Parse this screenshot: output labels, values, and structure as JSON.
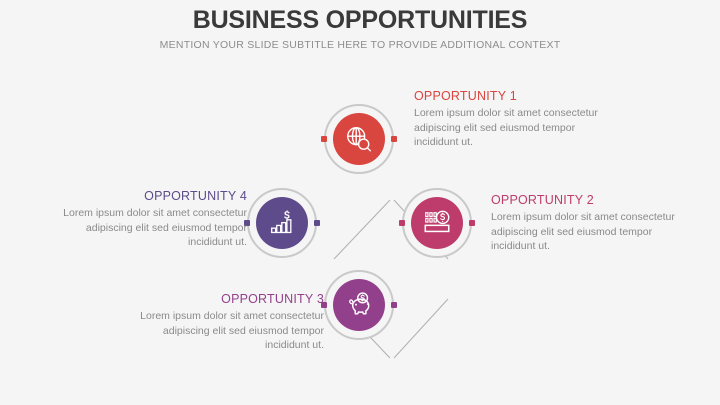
{
  "header": {
    "title": "BUSINESS OPPORTUNITIES",
    "subtitle": "MENTION YOUR SLIDE SUBTITLE HERE TO PROVIDE ADDITIONAL CONTEXT"
  },
  "colors": {
    "background": "#f5f5f5",
    "title": "#3a3a3a",
    "subtitle": "#8d8d8d",
    "body_text": "#8a8a8a",
    "ring": "#c9c9c9",
    "connector": "#b3b3b3",
    "opportunity_1": "#d9453f",
    "opportunity_2": "#be3c6b",
    "opportunity_3": "#93408c",
    "opportunity_4": "#5e4b8b"
  },
  "items": [
    {
      "id": "opportunity-1",
      "title": "OPPORTUNITY 1",
      "body": "Lorem ipsum dolor sit amet consectetur adipiscing elit sed eiusmod tempor incididunt ut.",
      "color": "#d9453f",
      "icon": "globe-search-icon",
      "position": "top"
    },
    {
      "id": "opportunity-2",
      "title": "OPPORTUNITY 2",
      "body": "Lorem ipsum dolor sit amet consectetur adipiscing elit sed eiusmod tempor incididunt ut.",
      "color": "#be3c6b",
      "icon": "digital-money-icon",
      "position": "right"
    },
    {
      "id": "opportunity-3",
      "title": "OPPORTUNITY 3",
      "body": "Lorem ipsum dolor sit amet consectetur adipiscing elit sed eiusmod tempor incididunt ut.",
      "color": "#93408c",
      "icon": "piggy-bank-icon",
      "position": "bottom"
    },
    {
      "id": "opportunity-4",
      "title": "OPPORTUNITY 4",
      "body": "Lorem ipsum dolor sit amet consectetur adipiscing elit sed eiusmod tempor incididunt ut.",
      "color": "#5e4b8b",
      "icon": "growth-chart-dollar-icon",
      "position": "left"
    }
  ]
}
